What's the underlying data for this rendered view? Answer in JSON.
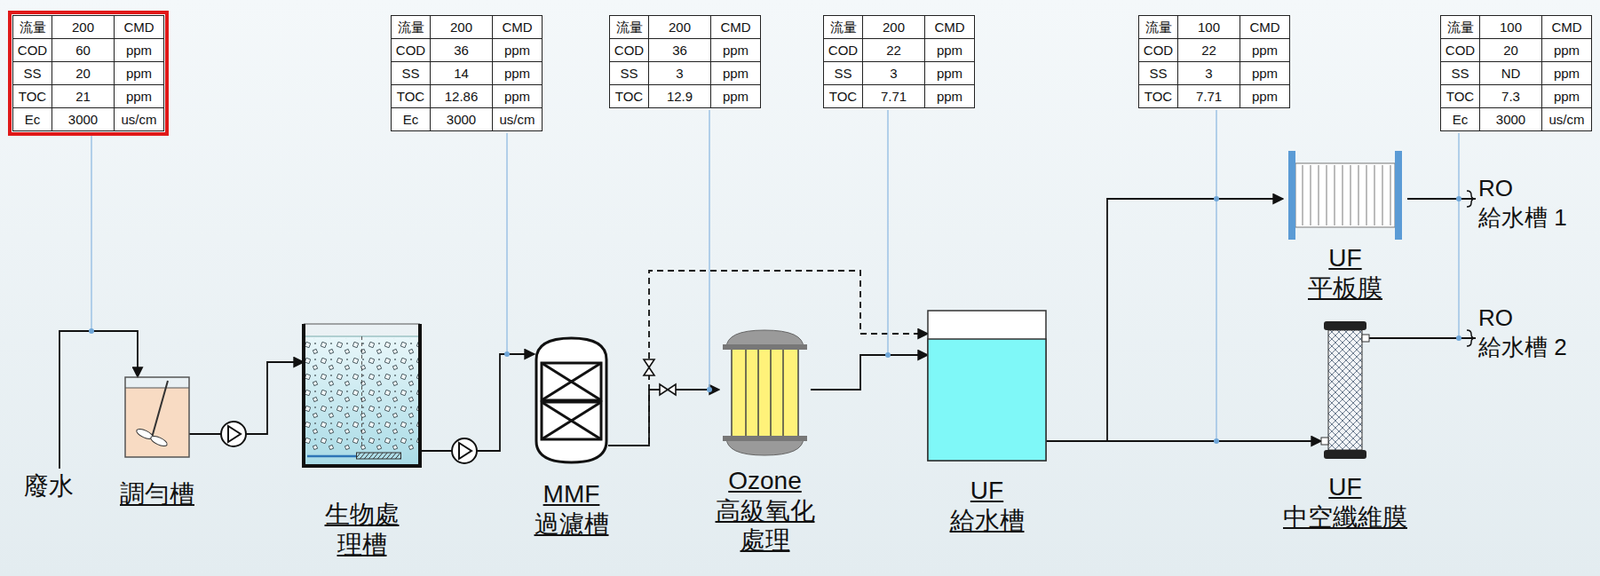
{
  "diagram": {
    "nodes": [
      {
        "text": [
          "廢水"
        ]
      },
      {
        "text": [
          "調勻槽"
        ]
      },
      {
        "text": [
          "生物處 理槽"
        ]
      },
      {
        "text": [
          "MMF 過濾槽"
        ]
      },
      {
        "text": [
          "Ozone 高級氧化 處理"
        ]
      },
      {
        "text": [
          "UF 給水槽"
        ]
      },
      {
        "text": [
          "UF 平板膜"
        ]
      },
      {
        "text": [
          "UF 中空纖維膜"
        ]
      },
      {
        "text": [
          "RO 給水槽 1"
        ]
      },
      {
        "text": [
          "RO 給水槽 2"
        ]
      }
    ],
    "edges": [
      {
        "from": 0,
        "to": 1,
        "arrow": "to"
      },
      {
        "from": 1,
        "to": 2,
        "arrow": "to"
      },
      {
        "from": 2,
        "to": 3,
        "arrow": "to"
      },
      {
        "from": 3,
        "to": 4,
        "arrow": "to"
      },
      {
        "from": 3,
        "to": 5,
        "arrow": "to"
      },
      {
        "from": 4,
        "to": 5,
        "arrow": "to"
      },
      {
        "from": 5,
        "to": 6,
        "arrow": "to"
      },
      {
        "from": 5,
        "to": 7,
        "arrow": "to"
      },
      {
        "from": 6,
        "to": 8,
        "arrow": "none"
      },
      {
        "from": 7,
        "to": 9,
        "arrow": "none"
      }
    ],
    "labels": [
      "流量",
      "200",
      "CMD",
      "COD",
      "60",
      "ppm",
      "SS",
      "20",
      "ppm",
      "TOC",
      "21",
      "ppm",
      "Ec",
      "3000",
      "us/cm",
      "流量",
      "200",
      "CMD",
      "COD",
      "36",
      "ppm",
      "SS",
      "14",
      "ppm",
      "TOC",
      "12.86",
      "ppm",
      "Ec",
      "3000",
      "us/cm",
      "流量",
      "200",
      "CMD",
      "COD",
      "36",
      "ppm",
      "SS",
      "3",
      "ppm",
      "TOC",
      "12.9",
      "ppm",
      "流量",
      "200",
      "CMD",
      "COD",
      "22",
      "ppm",
      "SS",
      "3",
      "ppm",
      "TOC",
      "7.71",
      "ppm",
      "流量",
      "100",
      "CMD",
      "COD",
      "22",
      "ppm",
      "SS",
      "3",
      "ppm",
      "TOC",
      "7.71",
      "ppm",
      "流量",
      "100",
      "CMD",
      "COD",
      "20",
      "ppm",
      "SS",
      "ND",
      "ppm",
      "TOC",
      "7.3",
      "ppm",
      "Ec",
      "3000",
      "us/cm"
    ]
  }
}
